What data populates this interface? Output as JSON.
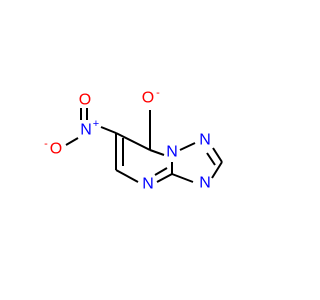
{
  "colors": {
    "bond": "#000000",
    "oxygen": "#ff0000",
    "nitrogen": "#0000ff",
    "background": "#ffffff"
  },
  "atoms": {
    "o_top": {
      "symbol": "O",
      "charge": "-"
    },
    "o_nitro_top": {
      "symbol": "O",
      "charge": ""
    },
    "n_nitro": {
      "symbol": "N",
      "charge": "+"
    },
    "o_nitro_left": {
      "symbol": "O",
      "charge": "-"
    },
    "n_bridge": {
      "symbol": "N",
      "charge": ""
    },
    "n_triazole_top": {
      "symbol": "N",
      "charge": ""
    },
    "n_triazole_right": {
      "symbol": "N",
      "charge": ""
    },
    "n_pyrimidine": {
      "symbol": "N",
      "charge": ""
    }
  }
}
